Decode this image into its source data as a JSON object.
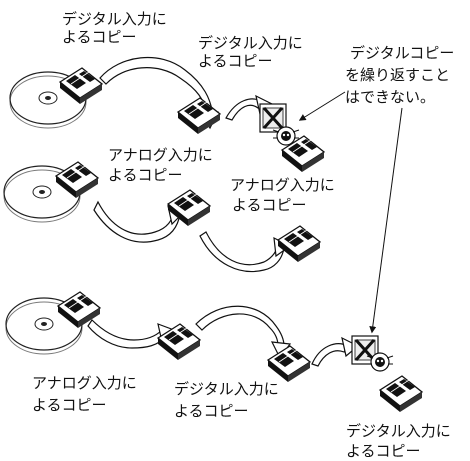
{
  "labels": {
    "row1_source": [
      "デジタル入力に",
      "よるコピー"
    ],
    "row1_copy": [
      "デジタル入力に",
      "よるコピー"
    ],
    "note": [
      "デジタルコピー",
      "を繰り返すこと",
      "はできない。"
    ],
    "row2_source": [
      "アナログ入力に",
      "よるコピー"
    ],
    "row2_copy": [
      "アナログ入力に",
      "よるコピー"
    ],
    "row3_analog": [
      "アナログ入力に",
      "よるコピー"
    ],
    "row3_digital": [
      "デジタル入力に",
      "よるコピー"
    ],
    "row3_bottom": [
      "デジタル入力に",
      "よるコピー"
    ]
  }
}
